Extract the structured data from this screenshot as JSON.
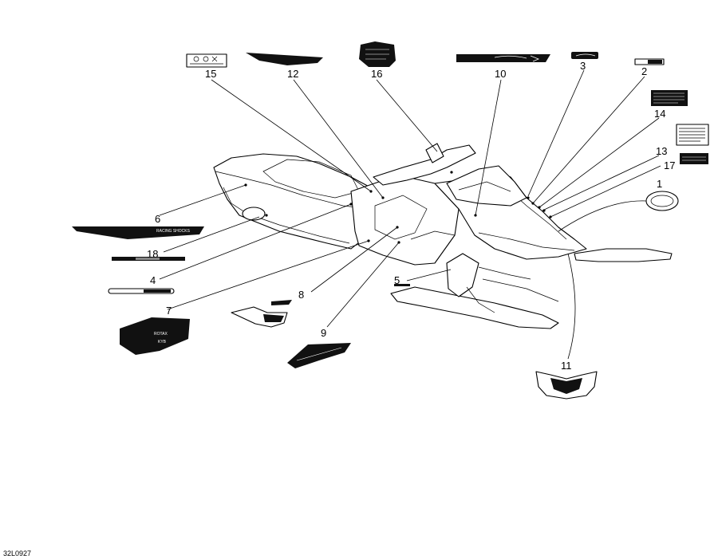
{
  "diagram": {
    "code": "32L0927",
    "callouts": {
      "c1": "1",
      "c2": "2",
      "c3": "3",
      "c4": "4",
      "c5": "5",
      "c6": "6",
      "c7": "7",
      "c8": "8",
      "c9": "9",
      "c10": "10",
      "c11": "11",
      "c12": "12",
      "c13": "13",
      "c14": "14",
      "c15": "15",
      "c16": "16",
      "c17": "17",
      "c18": "18"
    },
    "decal_texts": {
      "racing_shocks": "RACING SHOCKS",
      "rotax": "ROTAX",
      "kyb": "KYB"
    }
  }
}
